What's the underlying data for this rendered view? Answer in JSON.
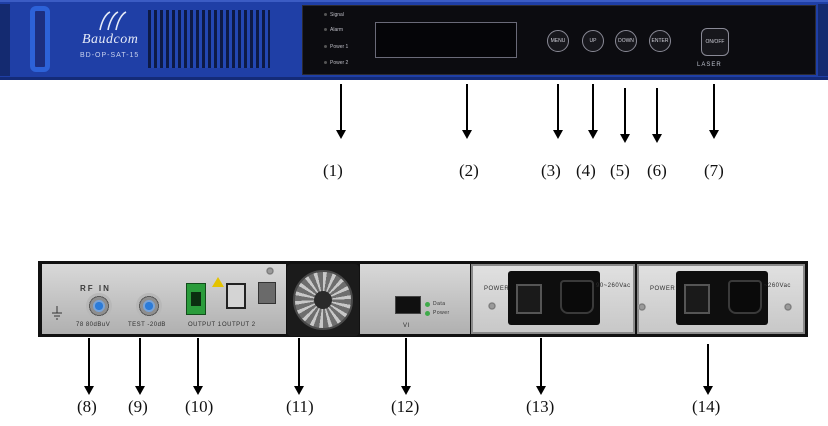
{
  "front_panel": {
    "brand": "Baudcom",
    "model": "BD-OP-SAT-15",
    "leds": [
      "Signal",
      "Alarm",
      "Power 1",
      "Power 2"
    ],
    "buttons": [
      "MENU",
      "UP",
      "DOWN",
      "ENTER"
    ],
    "power_button": "ON/OFF",
    "laser_label": "LASER"
  },
  "callouts_top": [
    "(1)",
    "(2)",
    "(3)",
    "(4)",
    "(5)",
    "(6)",
    "(7)"
  ],
  "rear_panel": {
    "rf_label": "RF  IN",
    "port1_label": "78  80dBuV",
    "port2_label": "TEST -20dB",
    "output1_label": "OUTPUT 1",
    "output2_label": "OUTPUT 2",
    "rj_label": "VI",
    "led_labels": [
      "Data",
      "Power"
    ],
    "psu1_power_label": "POWER",
    "psu1_rating": "90~260Vac",
    "psu2_power_label": "POWER",
    "psu2_rating": "~260Vac"
  },
  "callouts_bottom": [
    "(8)",
    "(9)",
    "(10)",
    "(11)",
    "(12)",
    "(13)",
    "(14)"
  ]
}
